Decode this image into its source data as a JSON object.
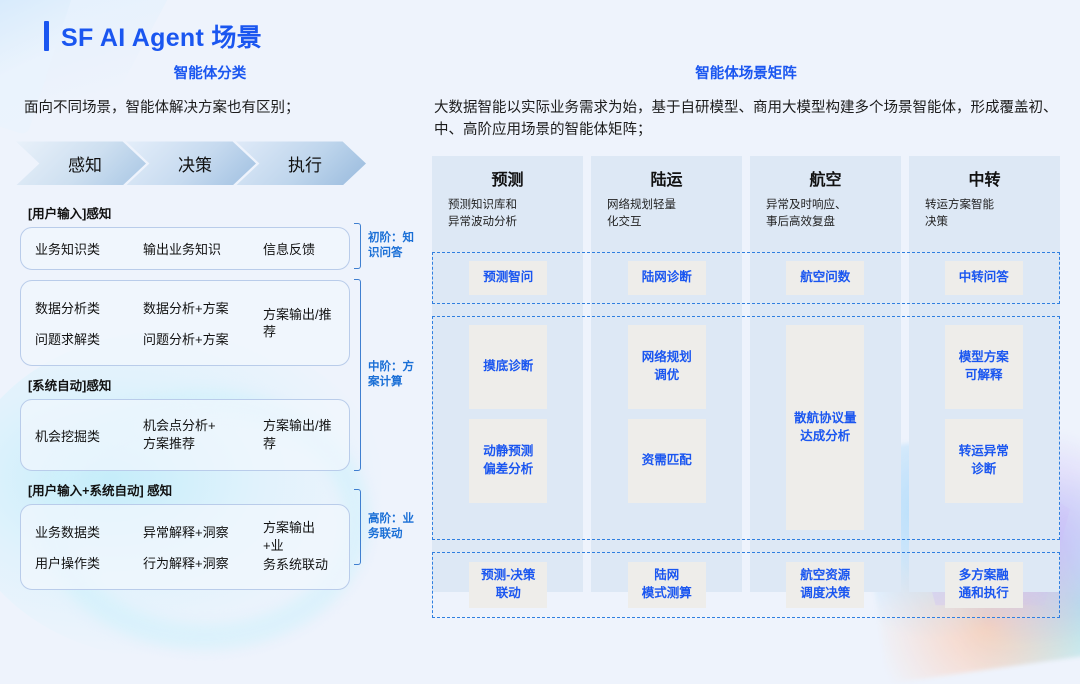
{
  "header": {
    "title": "SF AI Agent 场景"
  },
  "left": {
    "sub_title": "智能体分类",
    "intro": "面向不同场景，智能体解决方案也有区别；",
    "flow": [
      "感知",
      "决策",
      "执行"
    ],
    "groups": [
      {
        "label": "[用户输入]感知",
        "rows": [
          {
            "a": "业务知识类",
            "b": "输出业务知识",
            "c": "信息反馈"
          }
        ],
        "span_c": null
      },
      {
        "label": "",
        "rows": [
          {
            "a": "数据分析类",
            "b": "数据分析+方案"
          },
          {
            "a": "问题求解类",
            "b": "问题分析+方案"
          }
        ],
        "span_c": "方案输出/推荐"
      },
      {
        "label": "[系统自动]感知",
        "rows": [
          {
            "a": "机会挖掘类",
            "b": "机会点分析+\n方案推荐"
          }
        ],
        "span_c": "方案输出/推荐"
      },
      {
        "label": "[用户输入+系统自动] 感知",
        "rows": [
          {
            "a": "业务数据类",
            "b": "异常解释+洞察"
          },
          {
            "a": "用户操作类",
            "b": "行为解释+洞察"
          }
        ],
        "span_c": "方案输出+业\n务系统联动"
      }
    ],
    "stages": [
      {
        "text": "初阶：知\n识问答"
      },
      {
        "text": "中阶：方\n案计算"
      },
      {
        "text": "高阶：业\n务联动"
      }
    ]
  },
  "right": {
    "sub_title": "智能体场景矩阵",
    "intro": "大数据智能以实际业务需求为始，基于自研模型、商用大模型构建多个场景智能体，形成覆盖初、中、高阶应用场景的智能体矩阵；",
    "columns": [
      {
        "title": "预测",
        "desc": "预测知识库和\n异常波动分析"
      },
      {
        "title": "陆运",
        "desc": "网络规划轻量\n化交互"
      },
      {
        "title": "航空",
        "desc": "异常及时响应、\n事后高效复盘"
      },
      {
        "title": "中转",
        "desc": "转运方案智能\n决策"
      }
    ],
    "bands": [
      {
        "name": "band-basic",
        "cells": [
          {
            "tiles": [
              {
                "text": "预测智问",
                "size": "h1"
              }
            ]
          },
          {
            "tiles": [
              {
                "text": "陆网诊断",
                "size": "h1"
              }
            ]
          },
          {
            "tiles": [
              {
                "text": "航空问数",
                "size": "h1"
              }
            ]
          },
          {
            "tiles": [
              {
                "text": "中转问答",
                "size": "h1"
              }
            ]
          }
        ]
      },
      {
        "name": "band-mid",
        "cells": [
          {
            "tiles": [
              {
                "text": "摸底诊断",
                "size": "h2"
              },
              {
                "text": "动静预测\n偏差分析",
                "size": "h2"
              }
            ]
          },
          {
            "tiles": [
              {
                "text": "网络规划\n调优",
                "size": "h2"
              },
              {
                "text": "资需匹配",
                "size": "h2"
              }
            ]
          },
          {
            "center": true,
            "tiles": [
              {
                "text": "散航协议量\n达成分析",
                "size": "tall"
              }
            ]
          },
          {
            "tiles": [
              {
                "text": "模型方案\n可解释",
                "size": "h2"
              },
              {
                "text": "转运异常\n诊断",
                "size": "h2"
              }
            ]
          }
        ]
      },
      {
        "name": "band-high",
        "cells": [
          {
            "tiles": [
              {
                "text": "预测-决策\n联动",
                "size": "h3"
              }
            ]
          },
          {
            "tiles": [
              {
                "text": "陆网\n模式测算",
                "size": "h3"
              }
            ]
          },
          {
            "tiles": [
              {
                "text": "航空资源\n调度决策",
                "size": "h3"
              }
            ]
          },
          {
            "tiles": [
              {
                "text": "多方案融\n通和执行",
                "size": "h3"
              }
            ]
          }
        ]
      }
    ]
  },
  "colors": {
    "accent": "#1a56f0",
    "page_bg": "#eef3fc",
    "column_bg": "#dde8f5",
    "tile_bg": "#eeedea",
    "dash_border": "#2f7fe0"
  }
}
